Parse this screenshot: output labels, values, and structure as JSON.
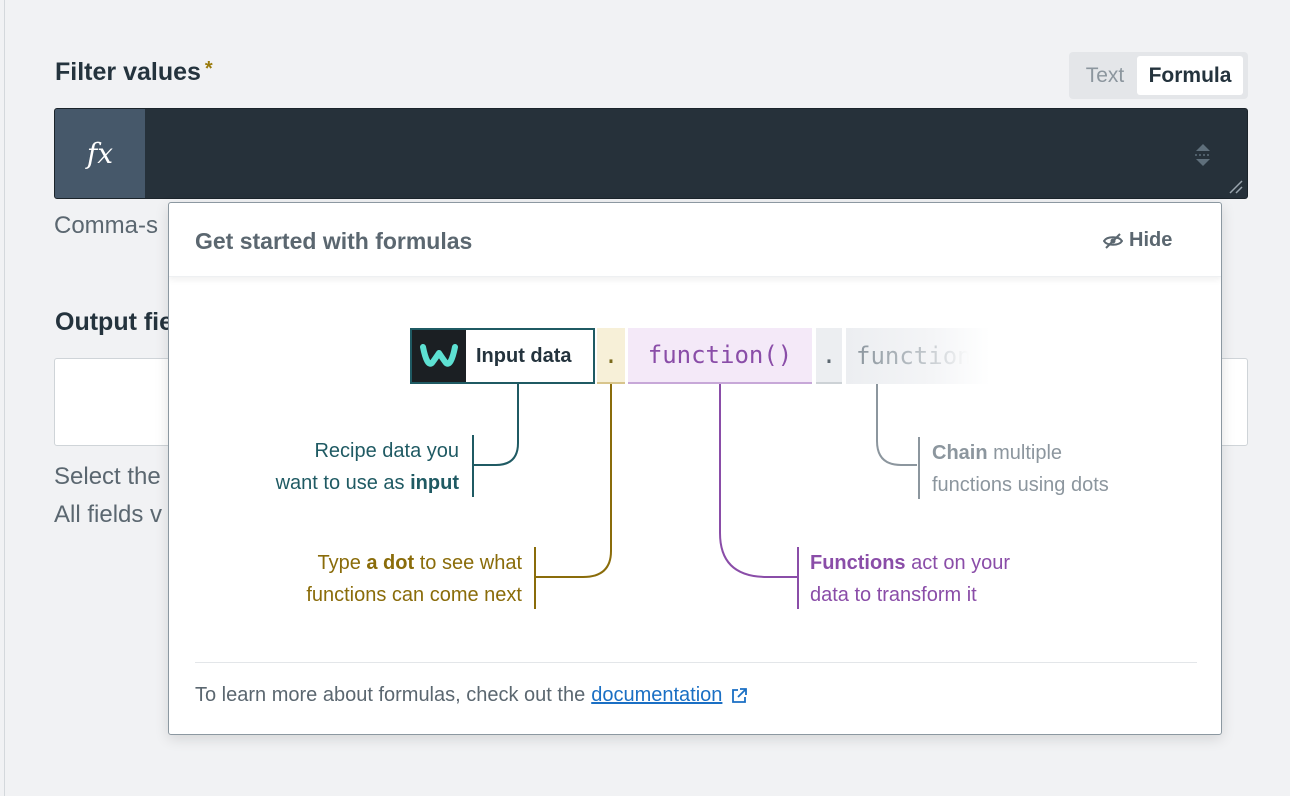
{
  "field": {
    "label": "Filter values",
    "required_mark": "*",
    "mode_options": [
      "Text",
      "Formula"
    ],
    "selected_mode": "Formula",
    "fx_label": "fx",
    "helper_text": "Comma-s"
  },
  "output_field": {
    "label": "Output fie",
    "helper_line1": "Select the",
    "helper_line2": "All fields v"
  },
  "popover": {
    "title": "Get started with formulas",
    "hide_label": "Hide",
    "chips": {
      "input": "Input data",
      "dot": ".",
      "function": "function()",
      "dot2": ".",
      "function2": "function"
    },
    "annotations": {
      "input": {
        "line1": "Recipe data you",
        "line2_pre": "want to use as ",
        "line2_bold": "input"
      },
      "dot": {
        "line1_pre": "Type ",
        "line1_bold": "a dot",
        "line1_post": " to see what",
        "line2": "functions can come next"
      },
      "function": {
        "line1_bold": "Functions",
        "line1_post": " act on your",
        "line2": "data to transform it"
      },
      "chain": {
        "line1_bold": "Chain",
        "line1_post": " multiple",
        "line2": "functions using dots"
      }
    },
    "footer_text": "To learn more about formulas, check out the",
    "footer_link": "documentation"
  },
  "colors": {
    "input_dark": "#26313a",
    "fx_box": "#46586a",
    "input_teal": "#1f5a63",
    "dot_gold": "#8a6c0a",
    "function_purple": "#8a4da8",
    "chain_gray": "#8c969e",
    "link_blue": "#1a6fc4"
  },
  "icons": [
    "fx-icon",
    "stepper-icon",
    "resize-grip-icon",
    "eye-off-icon",
    "workato-logo-icon",
    "external-link-icon"
  ]
}
